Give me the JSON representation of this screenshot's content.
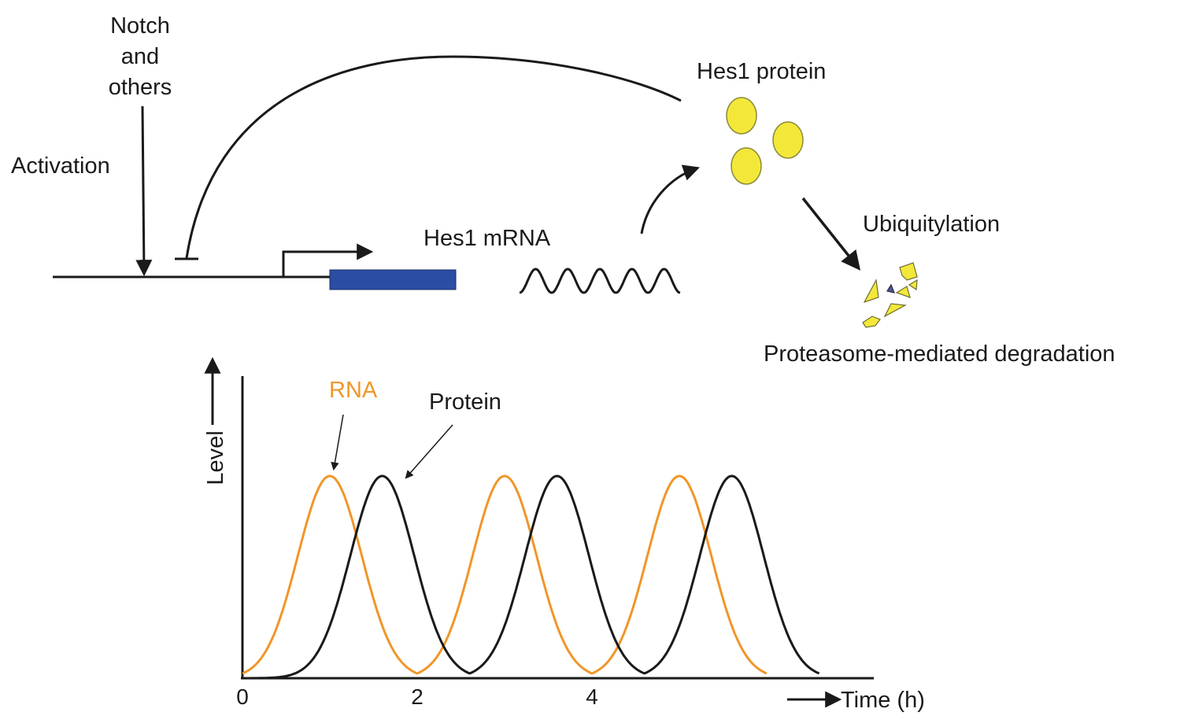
{
  "diagram": {
    "labels": {
      "notch": [
        "Notch",
        "and",
        "others"
      ],
      "activation": "Activation",
      "mrna": "Hes1 mRNA",
      "protein": "Hes1 protein",
      "ubiquitylation": "Ubiquitylation",
      "degradation": "Proteasome-mediated degradation"
    },
    "colors": {
      "line": "#1a1a1a",
      "gene_box": "#2b4da3",
      "protein_fill": "#f3e83a",
      "protein_stroke": "#8a8a3a"
    }
  },
  "chart_data": {
    "type": "line",
    "xlabel": "Time (h)",
    "ylabel": "Level",
    "x_ticks": [
      0,
      2,
      4
    ],
    "xlim": [
      0,
      7.2
    ],
    "ylim": [
      0,
      1.1
    ],
    "grid": false,
    "series": [
      {
        "name": "RNA",
        "color": "#f0962a",
        "period_h": 2.0,
        "first_peak_h": 1.0,
        "pulse_width_h": 0.95,
        "x_start": 0,
        "x_end": 6.0,
        "peak_level": 1.0
      },
      {
        "name": "Protein",
        "color": "#1a1a1a",
        "period_h": 2.0,
        "first_peak_h": 1.6,
        "pulse_width_h": 0.95,
        "x_start": 0,
        "x_end": 6.6,
        "peak_level": 1.0
      }
    ]
  }
}
